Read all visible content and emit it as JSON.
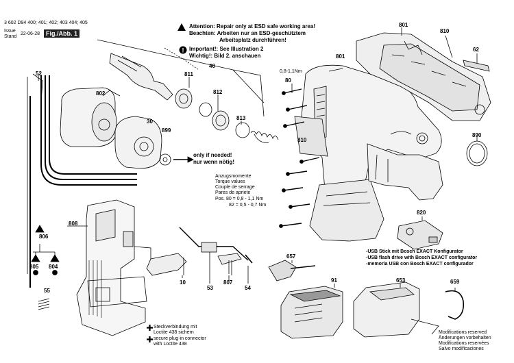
{
  "header": {
    "doc_number": "3 602 D94 400; 401; 402; 403 404; 405",
    "issue_label": "Issue",
    "stand_label": "Stand",
    "date": "22-06-28",
    "fig_label": "Fig./Abb. 1"
  },
  "notices": {
    "attention_line1": "Attention: Repair only at ESD safe working area!",
    "attention_line2": "Beachten: Arbeiten nur an ESD-geschütztem",
    "attention_line3": "Arbeitsplatz durchführen!",
    "important_line1": "Important!: See Illustration 2",
    "important_line2": "Wichtig!: Bild 2. anschauen",
    "only_if_needed_line1": "only if needed!",
    "only_if_needed_line2": "nur wenn nötig!"
  },
  "torque": {
    "lines": [
      "Anzugsmomente",
      "Torque values",
      "Couple de serrage",
      "Pares de apriete"
    ],
    "pos80": "Pos. 80  =  0,8 - 1,1 Nm",
    "pos82": "82  =  0,5 - 0,7 Nm",
    "screw_spec": "0,8-1,1Nm"
  },
  "usb_notes": [
    "-USB Stick mit Bosch EXACT Konfigurator",
    "-USB flash drive with Bosch EXACT configurator",
    "-memoria USB con Bosch EXACT configurador"
  ],
  "loctite": {
    "line1": "Steckverbindung mit",
    "line2": "Loctite 438 sichern",
    "line3": "secure plug-in connector",
    "line4": "with Loctite 438"
  },
  "modifications": [
    "Modifications reserved",
    "Änderungen vorbehalten",
    "Modifications reservées",
    "Salvo modificaciones"
  ],
  "parts": {
    "p801a": "801",
    "p810a": "810",
    "p62": "62",
    "p801b": "801",
    "p52": "52",
    "p40": "40",
    "p811": "811",
    "p812": "812",
    "p813": "813",
    "p802": "802",
    "p30": "30",
    "p899": "899",
    "p80": "80",
    "p810b": "810",
    "p890": "890",
    "p808": "808",
    "p806": "806",
    "p805": "805",
    "p804": "804",
    "p55": "55",
    "p10": "10",
    "p807": "807",
    "p53": "53",
    "p54": "54",
    "p820": "820",
    "p657": "657",
    "p91": "91",
    "p653": "653",
    "p659": "659"
  }
}
